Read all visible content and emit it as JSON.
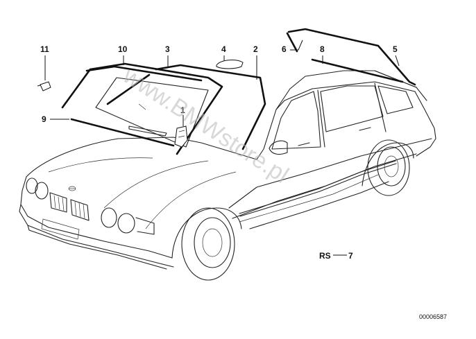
{
  "diagram": {
    "watermark": "www.BMWstore.pl",
    "document_code": "00006587",
    "callouts": {
      "c1": "1",
      "c2": "2",
      "c3": "3",
      "c4": "4",
      "c5": "5",
      "c6": "6",
      "c7": "7",
      "c8": "8",
      "c9": "9",
      "c10": "10",
      "c11": "11",
      "rs": "RS"
    }
  }
}
